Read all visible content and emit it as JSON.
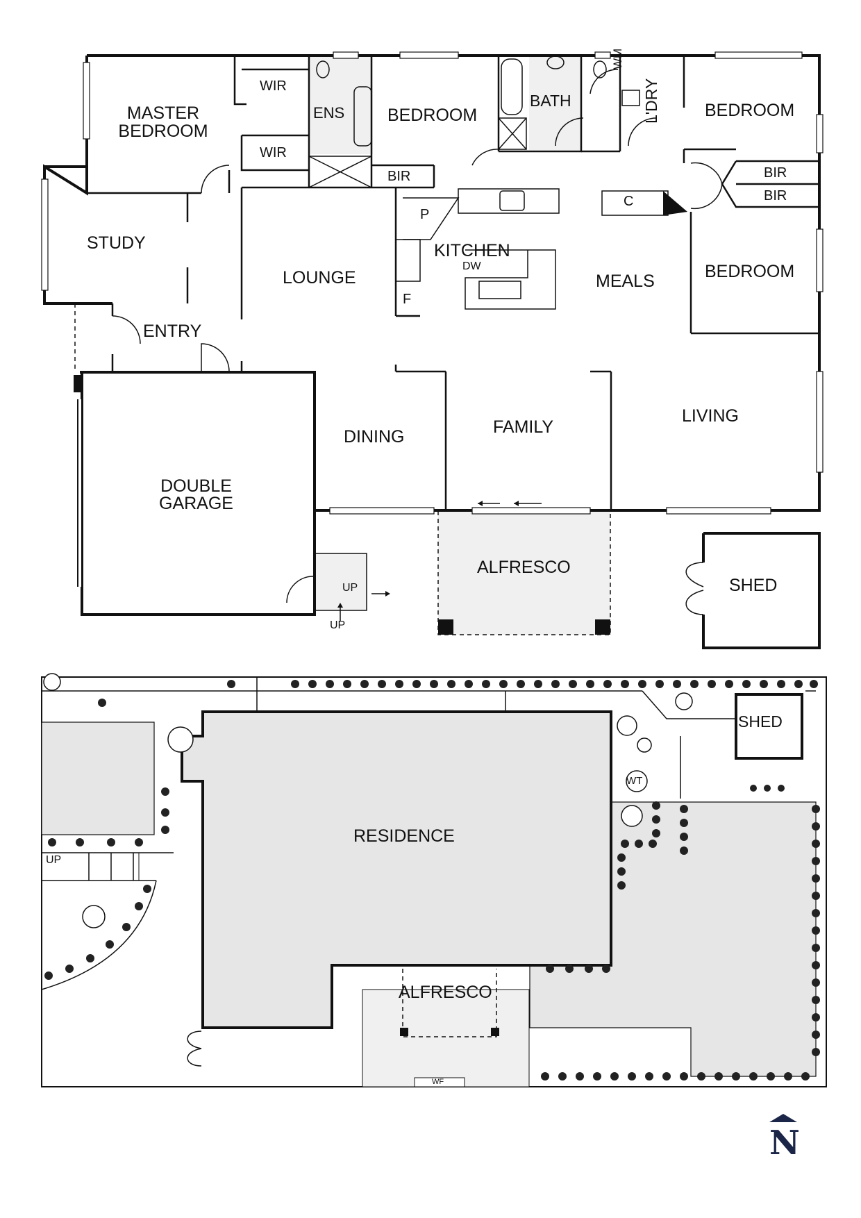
{
  "floor_plan": {
    "rooms": {
      "master_bedroom_l1": "MASTER",
      "master_bedroom_l2": "BEDROOM",
      "wir_1": "WIR",
      "wir_2": "WIR",
      "ens": "ENS",
      "bedroom_2": "BEDROOM",
      "bir_1": "BIR",
      "bath": "BATH",
      "wm": "WM",
      "laundry": "L'DRY",
      "bedroom_3": "BEDROOM",
      "bir_2": "BIR",
      "bir_3": "BIR",
      "study": "STUDY",
      "lounge": "LOUNGE",
      "pantry": "P",
      "kitchen": "KITCHEN",
      "dw": "DW",
      "fridge": "F",
      "cupboard": "C",
      "meals": "MEALS",
      "bedroom_4": "BEDROOM",
      "entry": "ENTRY",
      "dining": "DINING",
      "family": "FAMILY",
      "living": "LIVING",
      "garage_l1": "DOUBLE",
      "garage_l2": "GARAGE",
      "alfresco": "ALFRESCO",
      "shed": "SHED",
      "up_1": "UP",
      "up_2": "UP"
    }
  },
  "site_plan": {
    "labels": {
      "shed": "SHED",
      "wt": "WT",
      "residence": "RESIDENCE",
      "up": "UP",
      "alfresco": "ALFRESCO",
      "wf": "WF"
    }
  },
  "compass": {
    "label": "N",
    "color": "#1a2547"
  }
}
